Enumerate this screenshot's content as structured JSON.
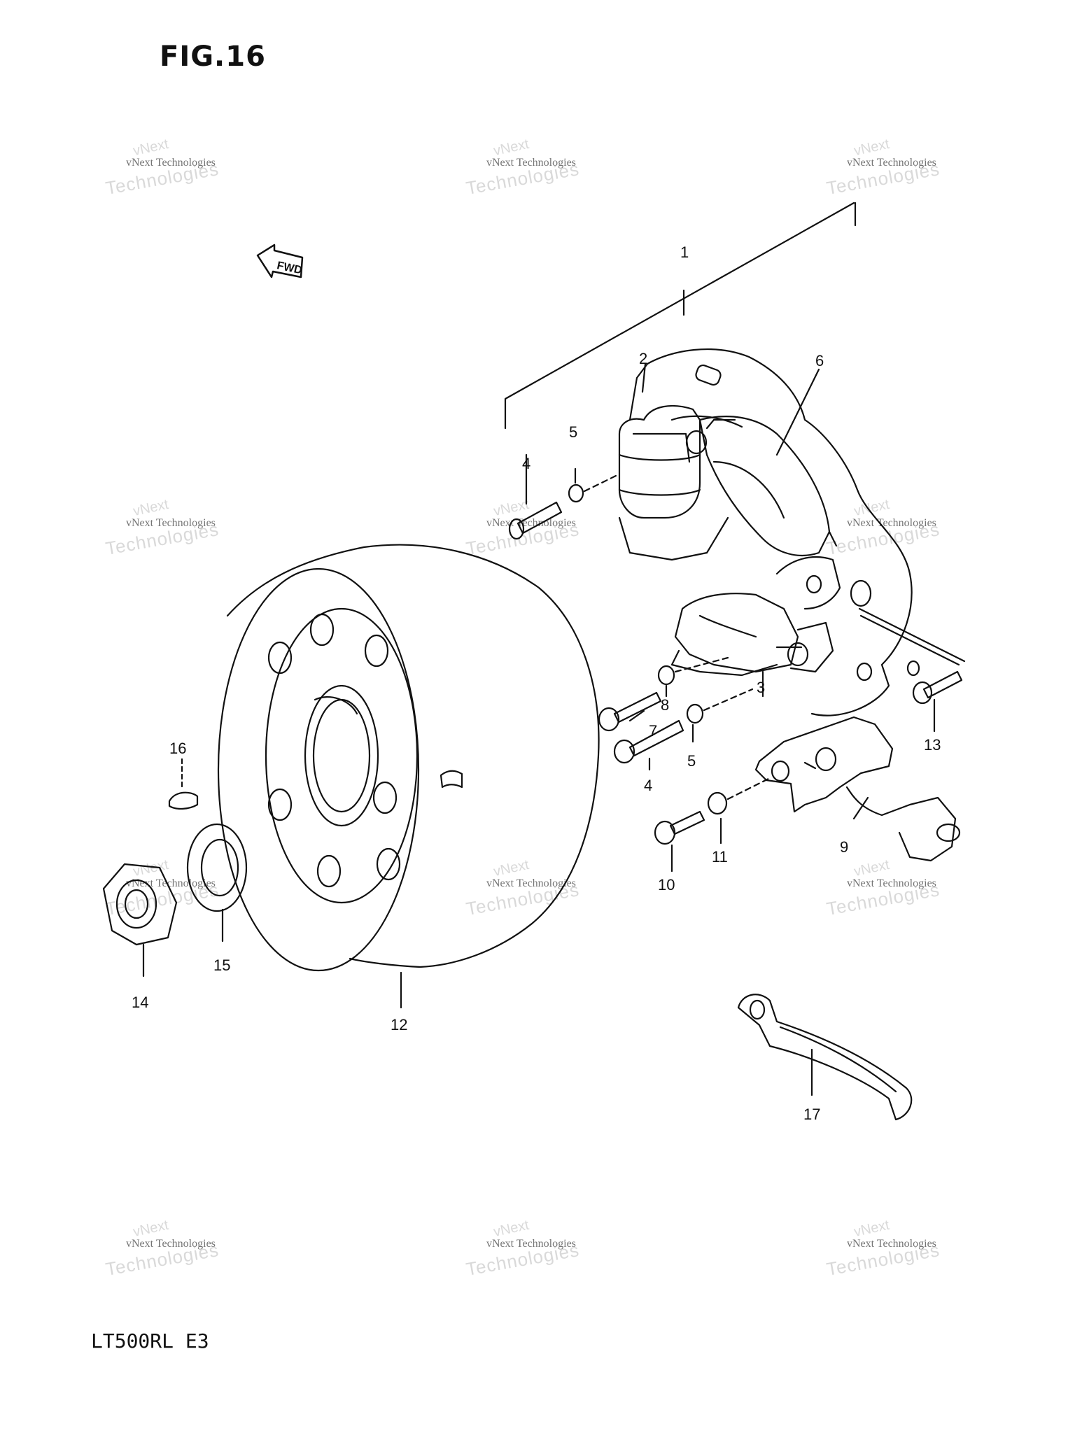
{
  "figure": {
    "title": "FIG.16",
    "model_code": "LT500RL  E3"
  },
  "direction_marker": {
    "text": "FWD",
    "icon": "arrow-left-icon"
  },
  "watermark": {
    "line1": "vNext",
    "line2": "vNext Technologies",
    "line3": "Technologies"
  },
  "callouts": {
    "c1": "1",
    "c2": "2",
    "c3": "3",
    "c4a": "4",
    "c4b": "4",
    "c5a": "5",
    "c5b": "5",
    "c6": "6",
    "c7": "7",
    "c8": "8",
    "c9": "9",
    "c10": "10",
    "c11": "11",
    "c12": "12",
    "c13": "13",
    "c14": "14",
    "c15": "15",
    "c16": "16",
    "c17": "17"
  }
}
